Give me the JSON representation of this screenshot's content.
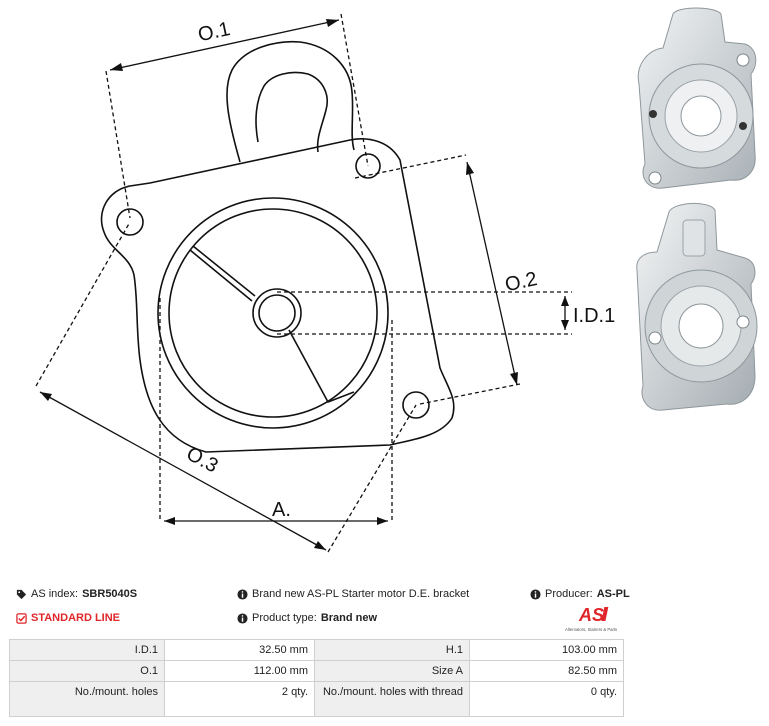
{
  "drawing": {
    "labels": {
      "o1": "O.1",
      "o2": "O.2",
      "o3": "O.3",
      "id1": "I.D.1",
      "a": "A."
    }
  },
  "info": {
    "as_index_label": "AS index:",
    "as_index_value": "SBR5040S",
    "description": "Brand new AS-PL Starter motor D.E. bracket",
    "producer_label": "Producer:",
    "producer_value": "AS-PL",
    "standard_line": "STANDARD LINE",
    "product_type_label": "Product type:",
    "product_type_value": "Brand new"
  },
  "logo": {
    "mark": "AS",
    "tagline": "Alternators, Starters & Parts",
    "color": "#e0262b"
  },
  "specs": {
    "rows": [
      [
        "I.D.1",
        "32.50 mm",
        "H.1",
        "103.00 mm"
      ],
      [
        "O.1",
        "112.00 mm",
        "Size A",
        "82.50 mm"
      ],
      [
        "No./mount. holes",
        "2 qty.",
        "No./mount. holes with thread",
        "0 qty."
      ]
    ]
  },
  "icons": {
    "tag": "tag-icon",
    "info": "info-circle-icon",
    "check": "checkbox-icon"
  }
}
